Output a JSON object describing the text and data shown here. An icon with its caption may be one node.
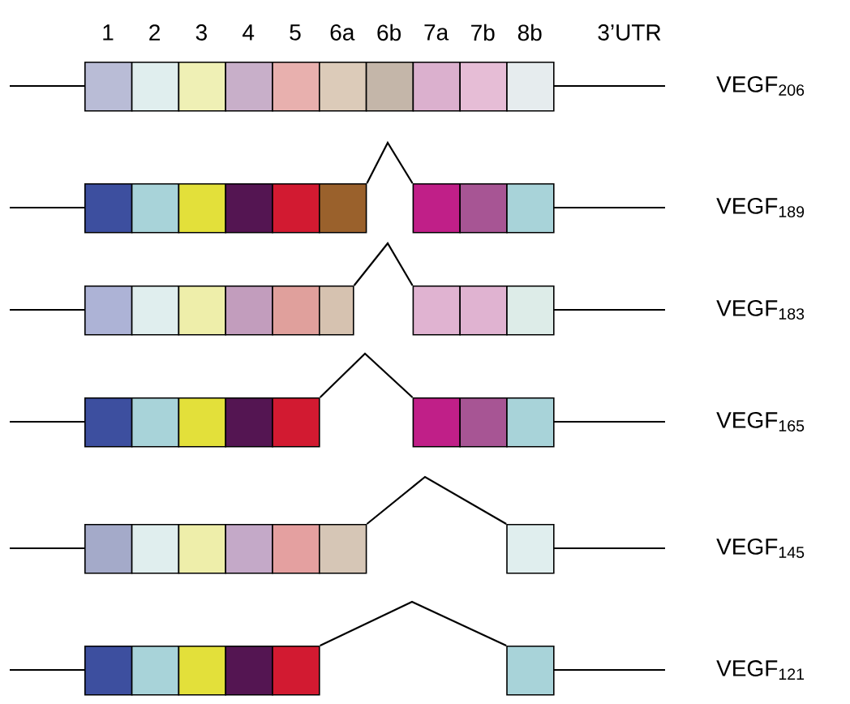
{
  "diagram": {
    "nodes": [
      {
        "text": [],
        "shape": "box"
      },
      {
        "text": [],
        "shape": "box"
      },
      {
        "text": [],
        "shape": "box"
      },
      {
        "text": [],
        "shape": "box"
      },
      {
        "text": [],
        "shape": "box"
      },
      {
        "text": [],
        "shape": "box"
      },
      {
        "text": [],
        "shape": "box"
      },
      {
        "text": [],
        "shape": "box"
      },
      {
        "text": [],
        "shape": "box"
      },
      {
        "text": [],
        "shape": "box"
      },
      {
        "text": [],
        "shape": "box"
      },
      {
        "text": [],
        "shape": "box"
      },
      {
        "text": [],
        "shape": "box"
      },
      {
        "text": [],
        "shape": "box"
      },
      {
        "text": [],
        "shape": "box"
      },
      {
        "text": [],
        "shape": "box"
      },
      {
        "text": [],
        "shape": "box"
      },
      {
        "text": [],
        "shape": "box"
      },
      {
        "text": [],
        "shape": "box"
      },
      {
        "text": [],
        "shape": "box"
      },
      {
        "text": [],
        "shape": "box"
      },
      {
        "text": [],
        "shape": "box"
      },
      {
        "text": [],
        "shape": "box"
      },
      {
        "text": [],
        "shape": "box"
      },
      {
        "text": [],
        "shape": "box"
      },
      {
        "text": [],
        "shape": "box"
      },
      {
        "text": [],
        "shape": "box"
      },
      {
        "text": [],
        "shape": "box"
      },
      {
        "text": [],
        "shape": "box"
      },
      {
        "text": [],
        "shape": "box"
      },
      {
        "text": [],
        "shape": "box"
      },
      {
        "text": [],
        "shape": "box"
      },
      {
        "text": [],
        "shape": "box"
      },
      {
        "text": [],
        "shape": "box"
      },
      {
        "text": [],
        "shape": "box"
      },
      {
        "text": [],
        "shape": "box"
      },
      {
        "text": [],
        "shape": "box"
      },
      {
        "text": [],
        "shape": "box"
      },
      {
        "text": [],
        "shape": "box"
      },
      {
        "text": [],
        "shape": "box"
      },
      {
        "text": [],
        "shape": "box"
      },
      {
        "text": [],
        "shape": "box"
      },
      {
        "text": [],
        "shape": "box"
      },
      {
        "text": [],
        "shape": "box"
      },
      {
        "text": [],
        "shape": "box"
      },
      {
        "text": [],
        "shape": "box"
      },
      {
        "text": [],
        "shape": "box"
      },
      {
        "text": [],
        "shape": "box"
      },
      {
        "text": [],
        "shape": "box"
      }
    ],
    "edges": [
      {
        "from": 15,
        "to": 16,
        "arrow": "none"
      },
      {
        "from": 24,
        "to": 25,
        "arrow": "none"
      },
      {
        "from": 32,
        "to": 33,
        "arrow": "none"
      },
      {
        "from": 41,
        "to": 42,
        "arrow": "none"
      },
      {
        "from": 47,
        "to": 48,
        "arrow": "none"
      }
    ],
    "labels": [
      "1",
      "2",
      "3",
      "4",
      "5",
      "6a",
      "6b",
      "7a",
      "7b",
      "8b",
      "3’UTR",
      "VEGF$_{206}$",
      "VEGF$_{189}$",
      "VEGF$_{183}$",
      "VEGF$_{165}$",
      "VEGF$_{145}$",
      "VEGF$_{121}$"
    ]
  }
}
